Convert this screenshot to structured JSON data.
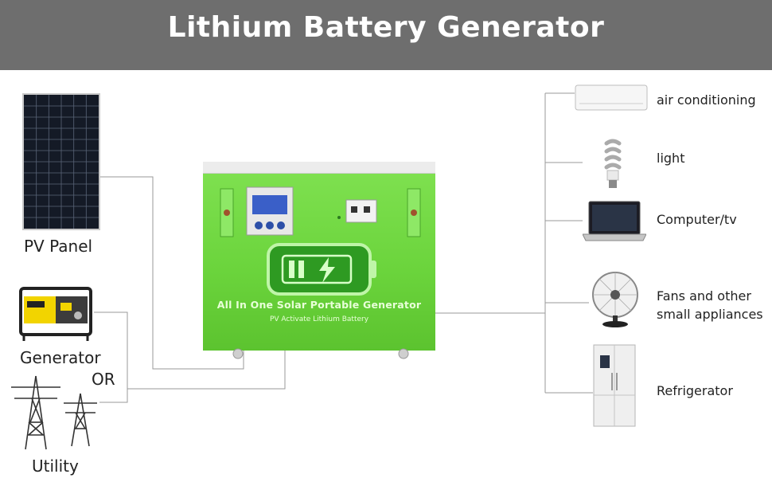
{
  "title": "Lithium Battery Generator",
  "sources": {
    "pv_panel": "PV Panel",
    "generator": "Generator",
    "or": "OR",
    "utility": "Utility"
  },
  "unit": {
    "line1": "All In One Solar Portable Generator",
    "line2": "PV Activate Lithium Battery"
  },
  "loads": {
    "air_conditioning": "air conditioning",
    "light": "light",
    "computer_tv": "Computer/tv",
    "fans_line1": "Fans and other",
    "fans_line2": "small appliances",
    "refrigerator": "Refrigerator"
  },
  "colors": {
    "header": "#6e6e6e",
    "unit_green": "#6bd43c",
    "battery_green": "#3fb02a",
    "wire": "#9a9a9a"
  }
}
